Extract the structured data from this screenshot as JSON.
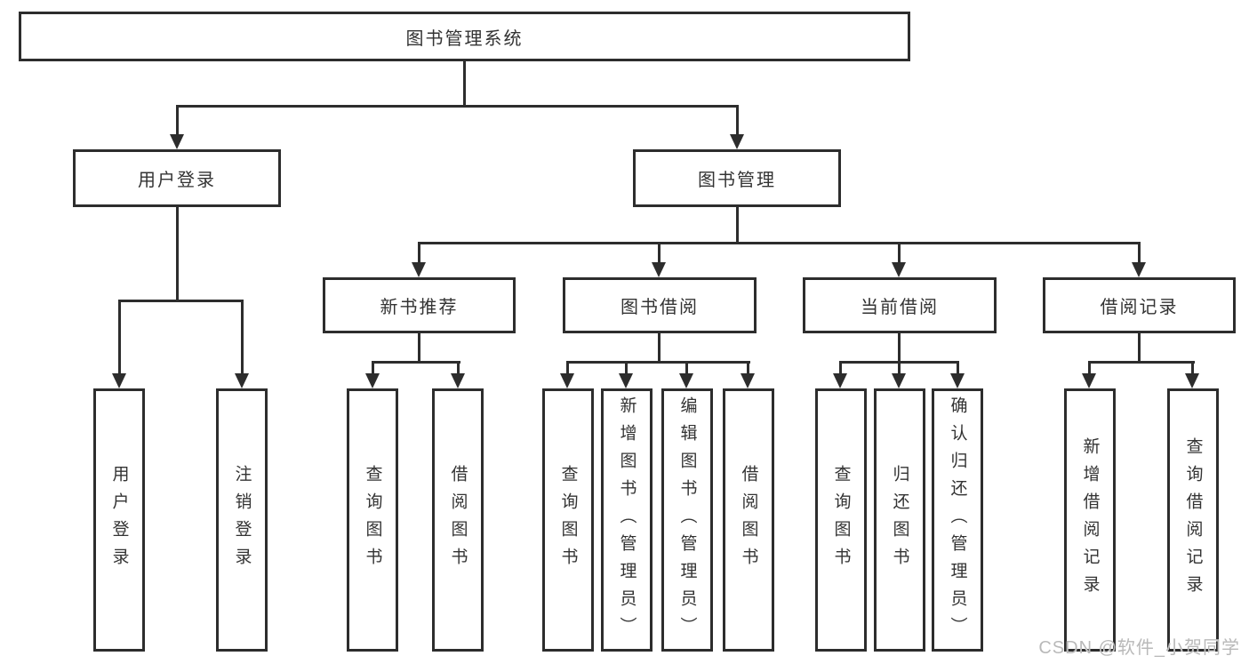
{
  "tree": {
    "root": "图书管理系统",
    "branches": [
      {
        "label": "用户登录",
        "children": [
          "用户登录",
          "注销登录"
        ]
      },
      {
        "label": "图书管理",
        "sections": [
          {
            "label": "新书推荐",
            "children": [
              "查询图书",
              "借阅图书"
            ]
          },
          {
            "label": "图书借阅",
            "children": [
              "查询图书",
              "新增图书（管理员）",
              "编辑图书（管理员）",
              "借阅图书"
            ]
          },
          {
            "label": "当前借阅",
            "children": [
              "查询图书",
              "归还图书",
              "确认归还（管理员）"
            ]
          },
          {
            "label": "借阅记录",
            "children": [
              "新增借阅记录",
              "查询借阅记录"
            ]
          }
        ]
      }
    ]
  },
  "watermark": "CSDN @软件_小贺同学",
  "colors": {
    "line": "#2d2d2d",
    "text": "#333333",
    "watermark": "#b9b9b9",
    "background": "#ffffff"
  }
}
